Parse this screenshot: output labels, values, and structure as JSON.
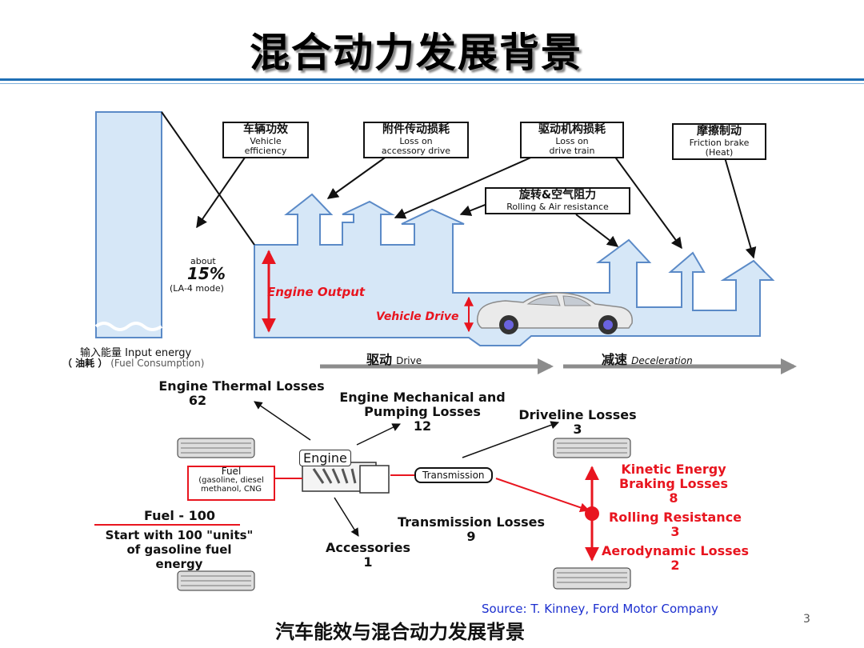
{
  "title": "混合动力发展背景",
  "top_boxes": {
    "vehicle_efficiency": {
      "zh": "车辆功效",
      "en1": "Vehicle",
      "en2": "efficiency"
    },
    "accessory": {
      "zh": "附件传动损耗",
      "en1": "Loss on",
      "en2": "accessory drive"
    },
    "drivetrain": {
      "zh": "驱动机构损耗",
      "en1": "Loss on",
      "en2": "drive train"
    },
    "friction": {
      "zh": "摩擦制动",
      "en1": "Friction brake",
      "en2": "(Heat)"
    },
    "rolling_air": {
      "zh": "旋转&空气阻力",
      "en1": "Rolling & Air resistance"
    }
  },
  "efficiency": {
    "about": "about",
    "value": "15%",
    "mode": "(LA-4 mode)"
  },
  "engine_output": "Engine Output",
  "vehicle_drive": "Vehicle Drive",
  "input_energy": {
    "line1": "输入能量 Input energy",
    "line2_zh": "（ 油耗 ）",
    "line2_en": "(Fuel Consumption)"
  },
  "phases": {
    "drive_zh": "驱动",
    "drive_en": "Drive",
    "decel_zh": "减速",
    "decel_en": "Deceleration"
  },
  "losses": {
    "thermal": {
      "label": "Engine Thermal Losses",
      "value": "62"
    },
    "mechanical": {
      "label1": "Engine Mechanical and",
      "label2": "Pumping  Losses",
      "value": "12"
    },
    "driveline": {
      "label": "Driveline Losses",
      "value": "3"
    },
    "transmission": {
      "label": "Transmission Losses",
      "value": "9"
    },
    "accessories": {
      "label": "Accessories",
      "value": "1"
    },
    "kinetic": {
      "label1": "Kinetic Energy",
      "label2": "Braking Losses",
      "value": "8"
    },
    "rolling": {
      "label": "Rolling Resistance",
      "value": "3"
    },
    "aero": {
      "label": "Aerodynamic Losses",
      "value": "2"
    }
  },
  "engine_label": "Engine",
  "transmission_label": "Transmission",
  "fuel_box": {
    "line1": "Fuel",
    "line2": "(gasoline, diesel",
    "line3": "methanol, CNG"
  },
  "fuel_input": {
    "label": "Fuel - 100",
    "line1": "Start with 100 \"units\"",
    "line2": "of gasoline fuel",
    "line3": "energy"
  },
  "source": "Source: T. Kinney, Ford Motor Company",
  "footer": "汽车能效与混合动力发展背景",
  "page_number": "3",
  "colors": {
    "flow_fill": "#d6e7f7",
    "flow_stroke": "#5b8ac7",
    "red": "#e8151f",
    "rule": "#1f6fb5",
    "source": "#1c2fcf",
    "grey_arrow": "#8c8c8c"
  }
}
